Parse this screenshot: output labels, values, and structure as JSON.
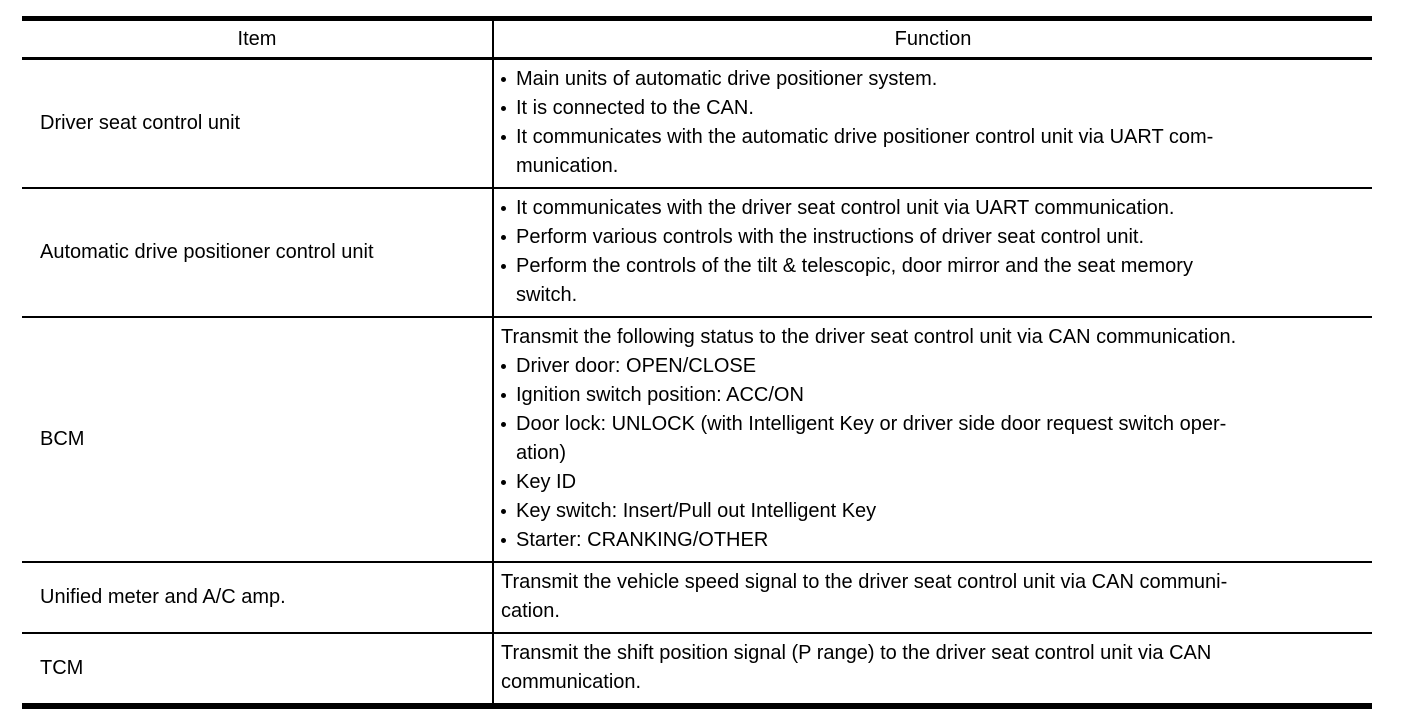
{
  "colors": {
    "text": "#000000",
    "border": "#000000",
    "background": "#ffffff"
  },
  "header": {
    "item_label": "Item",
    "function_label": "Function"
  },
  "rows": [
    {
      "item": "Driver seat control unit",
      "blocks": [
        {
          "type": "bullet",
          "text": "Main units of automatic drive positioner system."
        },
        {
          "type": "bullet",
          "text": "It is connected to the CAN."
        },
        {
          "type": "bullet",
          "text": "It communicates with the automatic drive positioner control unit via UART com-\nmunication."
        }
      ]
    },
    {
      "item": "Automatic drive positioner control unit",
      "blocks": [
        {
          "type": "bullet",
          "text": "It communicates with the driver seat control unit via UART communication."
        },
        {
          "type": "bullet",
          "text": "Perform various controls with the instructions of driver seat control unit."
        },
        {
          "type": "bullet",
          "text": "Perform the controls of the tilt & telescopic, door mirror and the seat memory\nswitch."
        }
      ]
    },
    {
      "item": "BCM",
      "blocks": [
        {
          "type": "text",
          "text": "Transmit the following status to the driver seat control unit via CAN communication."
        },
        {
          "type": "bullet",
          "text": "Driver door: OPEN/CLOSE"
        },
        {
          "type": "bullet",
          "text": "Ignition switch position: ACC/ON"
        },
        {
          "type": "bullet",
          "text": "Door lock: UNLOCK (with Intelligent Key or driver side door request switch oper-\nation)"
        },
        {
          "type": "bullet",
          "text": "Key ID"
        },
        {
          "type": "bullet",
          "text": "Key switch: Insert/Pull out Intelligent Key"
        },
        {
          "type": "bullet",
          "text": "Starter: CRANKING/OTHER"
        }
      ]
    },
    {
      "item": "Unified meter and A/C amp.",
      "blocks": [
        {
          "type": "text",
          "text": "Transmit the vehicle speed signal to the driver seat control unit via CAN communi-\ncation."
        }
      ]
    },
    {
      "item": "TCM",
      "blocks": [
        {
          "type": "text",
          "text": "Transmit the shift position signal (P range) to the driver seat control unit via CAN\ncommunication."
        }
      ]
    }
  ]
}
